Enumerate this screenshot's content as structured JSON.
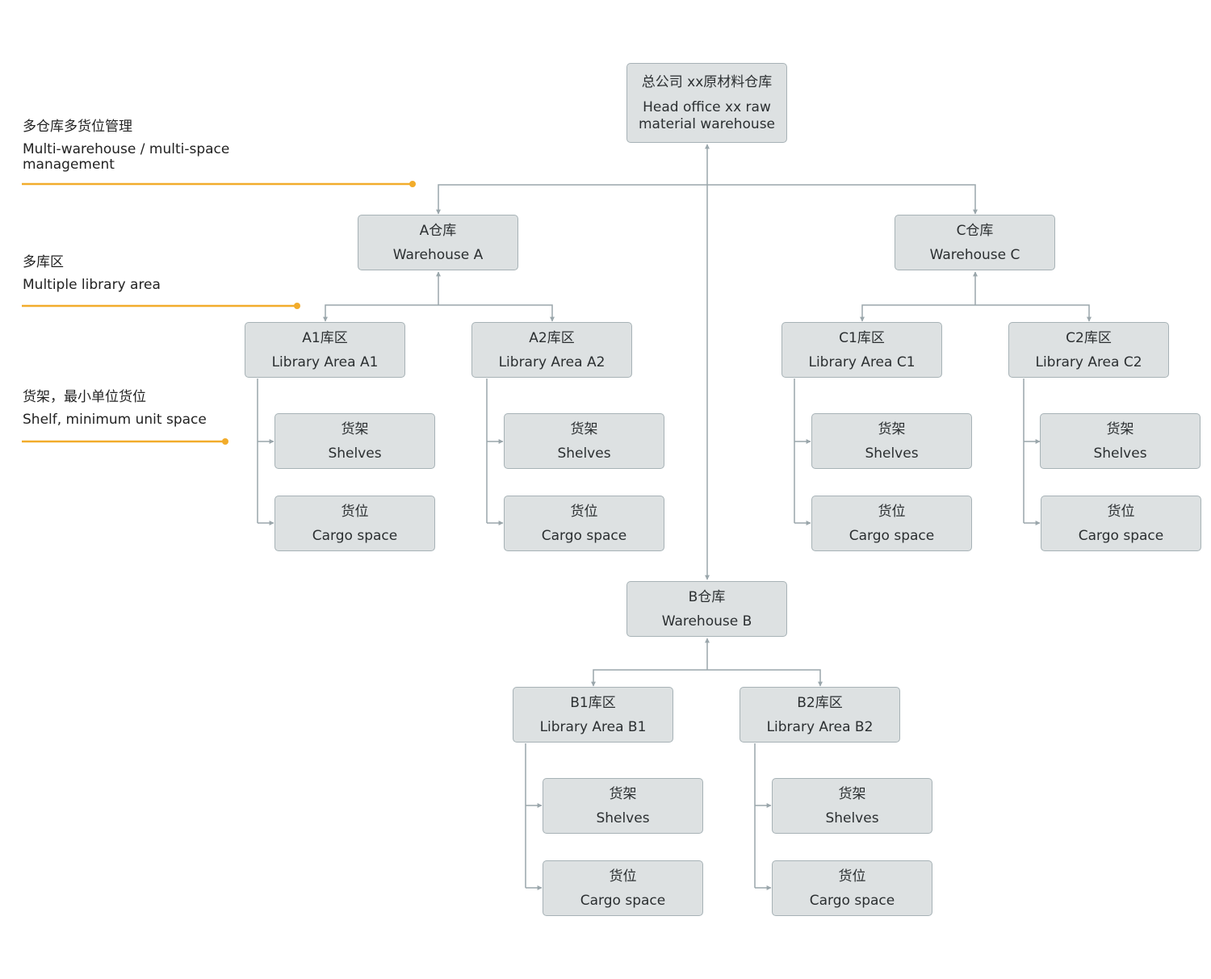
{
  "colors": {
    "node_fill": "#dde1e2",
    "node_border": "#a7b2b6",
    "connector": "#9aa6ab",
    "annotation_line": "#f2ac2b",
    "text": "#2b2f31"
  },
  "annotations": [
    {
      "zh": "多仓库多货位管理",
      "en": "Multi-warehouse / multi-space management"
    },
    {
      "zh": "多库区",
      "en": "Multiple library area"
    },
    {
      "zh": "货架，最小单位货位",
      "en": "Shelf, minimum unit space"
    }
  ],
  "root": {
    "zh": "总公司 xx原材料仓库",
    "en": "Head office xx raw material warehouse"
  },
  "warehouses": [
    {
      "id": "a",
      "zh": "A仓库",
      "en": "Warehouse A",
      "areas": [
        {
          "id": "a1",
          "zh": "A1库区",
          "en": "Library Area A1",
          "shelves": {
            "zh": "货架",
            "en": "Shelves"
          },
          "cargo": {
            "zh": "货位",
            "en": "Cargo space"
          }
        },
        {
          "id": "a2",
          "zh": "A2库区",
          "en": "Library Area A2",
          "shelves": {
            "zh": "货架",
            "en": "Shelves"
          },
          "cargo": {
            "zh": "货位",
            "en": "Cargo space"
          }
        }
      ]
    },
    {
      "id": "b",
      "zh": "B仓库",
      "en": "Warehouse B",
      "areas": [
        {
          "id": "b1",
          "zh": "B1库区",
          "en": "Library Area B1",
          "shelves": {
            "zh": "货架",
            "en": "Shelves"
          },
          "cargo": {
            "zh": "货位",
            "en": "Cargo space"
          }
        },
        {
          "id": "b2",
          "zh": "B2库区",
          "en": "Library Area B2",
          "shelves": {
            "zh": "货架",
            "en": "Shelves"
          },
          "cargo": {
            "zh": "货位",
            "en": "Cargo space"
          }
        }
      ]
    },
    {
      "id": "c",
      "zh": "C仓库",
      "en": "Warehouse C",
      "areas": [
        {
          "id": "c1",
          "zh": "C1库区",
          "en": "Library Area C1",
          "shelves": {
            "zh": "货架",
            "en": "Shelves"
          },
          "cargo": {
            "zh": "货位",
            "en": "Cargo space"
          }
        },
        {
          "id": "c2",
          "zh": "C2库区",
          "en": "Library Area C2",
          "shelves": {
            "zh": "货架",
            "en": "Shelves"
          },
          "cargo": {
            "zh": "货位",
            "en": "Cargo space"
          }
        }
      ]
    }
  ]
}
